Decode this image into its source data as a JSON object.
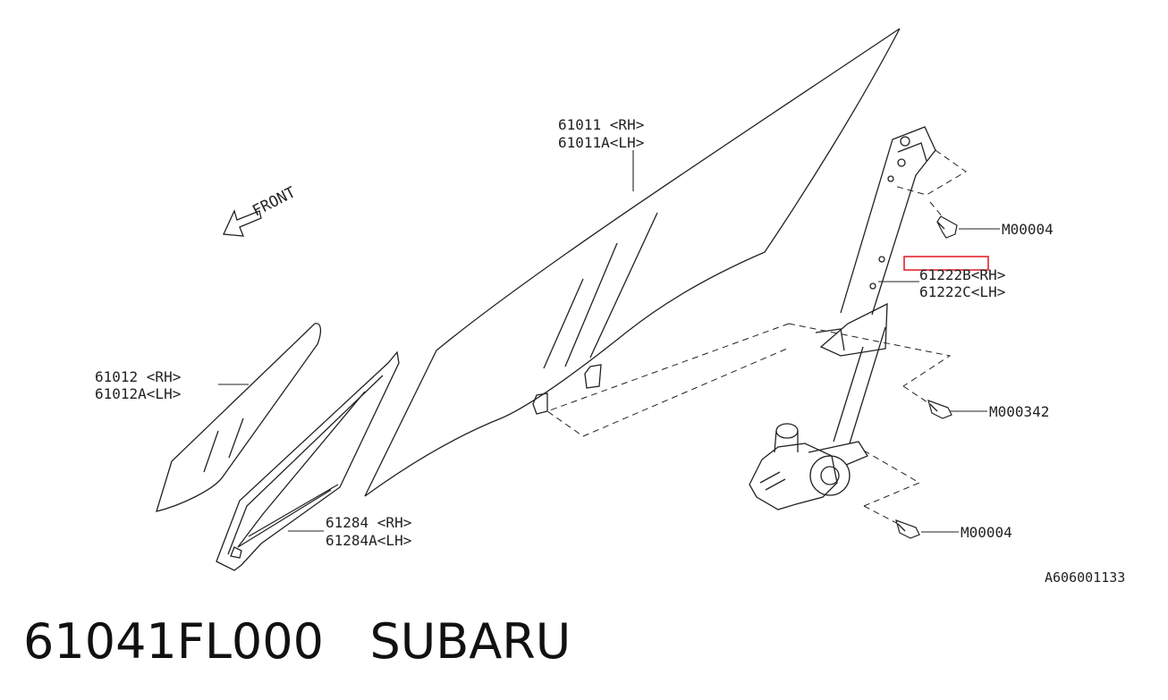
{
  "diagram": {
    "front_label": "FRONT",
    "parts": [
      {
        "rh": "61011  <RH>",
        "lh": "61011A<LH>"
      },
      {
        "rh": "61012  <RH>",
        "lh": "61012A<LH>"
      },
      {
        "rh": "61284  <RH>",
        "lh": "61284A<LH>"
      },
      {
        "rh": "61222B<RH>",
        "lh": "61222C<LH>",
        "highlighted": true
      }
    ],
    "bolts": [
      "M00004",
      "M000342",
      "M00004"
    ],
    "reference_code": "A606001133",
    "highlight_color": "#e0262f"
  },
  "caption": {
    "part_number": "61041FL000",
    "brand": "SUBARU"
  }
}
